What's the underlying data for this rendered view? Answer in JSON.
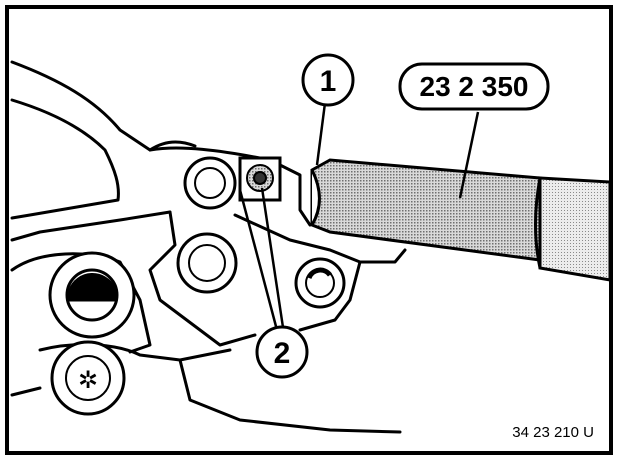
{
  "figure": {
    "callouts": [
      {
        "id": "1",
        "text": "1"
      },
      {
        "id": "2",
        "text": "2"
      }
    ],
    "tool_label": "23 2 350",
    "figure_code": "34 23 210 U"
  },
  "colors": {
    "ink": "#000000",
    "paper": "#ffffff",
    "tool_shade": "#9a9a9a"
  }
}
